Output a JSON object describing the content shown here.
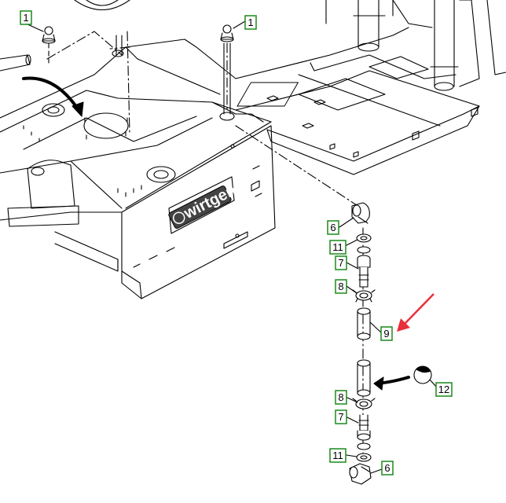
{
  "diagram": {
    "brand_logo": "wirtgen",
    "callouts": [
      {
        "id": "c1a",
        "label": "1"
      },
      {
        "id": "c1b",
        "label": "1"
      },
      {
        "id": "c6a",
        "label": "6"
      },
      {
        "id": "c11a",
        "label": "11"
      },
      {
        "id": "c7a",
        "label": "7"
      },
      {
        "id": "c8a",
        "label": "8"
      },
      {
        "id": "c9",
        "label": "9"
      },
      {
        "id": "c12",
        "label": "12"
      },
      {
        "id": "c8b",
        "label": "8"
      },
      {
        "id": "c7b",
        "label": "7"
      },
      {
        "id": "c11b",
        "label": "11"
      },
      {
        "id": "c6b",
        "label": "6"
      }
    ],
    "colors": {
      "line": "#000000",
      "callout_border": "#1a8a1a",
      "callout_fill": "#ffffff",
      "highlight_arrow": "#e8303a",
      "part_fill": "#ffffff"
    }
  }
}
